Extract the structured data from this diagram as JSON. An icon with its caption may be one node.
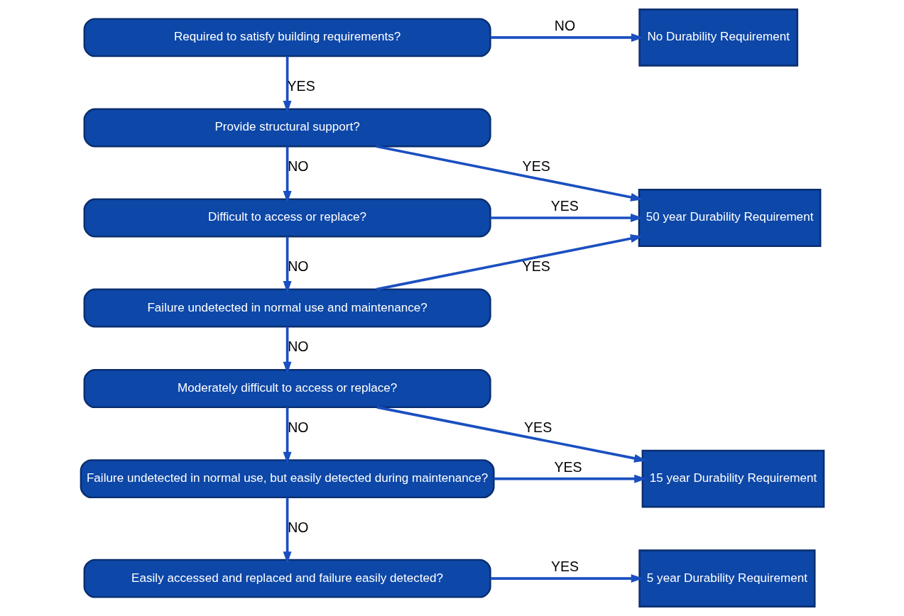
{
  "diagram": {
    "nodes": [
      {
        "text": [
          "Required to satisfy building requirements?"
        ]
      },
      {
        "text": [
          "Provide structural support?"
        ]
      },
      {
        "text": [
          "Difficult to access or replace?"
        ]
      },
      {
        "text": [
          "Failure undetected in normal use and maintenance?"
        ]
      },
      {
        "text": [
          "Moderately difficult to access or replace?"
        ]
      },
      {
        "text": [
          "Failure undetected in normal use, but easily detected during maintenance?"
        ]
      },
      {
        "text": [
          "Easily accessed and replaced and failure easily detected?"
        ]
      },
      {
        "text": [
          "No Durability Requirement"
        ]
      },
      {
        "text": [
          "50 year Durability Requirement"
        ]
      },
      {
        "text": [
          "15 year Durability Requirement"
        ]
      },
      {
        "text": [
          "5 year Durability Requirement"
        ]
      }
    ],
    "edges": [
      {
        "from": 0,
        "to": 7,
        "arrow": "to",
        "label": "NO"
      },
      {
        "from": 0,
        "to": 1,
        "arrow": "to",
        "label": "YES"
      },
      {
        "from": 1,
        "to": 8,
        "arrow": "to",
        "label": "YES"
      },
      {
        "from": 1,
        "to": 2,
        "arrow": "to",
        "label": "NO"
      },
      {
        "from": 2,
        "to": 8,
        "arrow": "to",
        "label": "YES"
      },
      {
        "from": 2,
        "to": 3,
        "arrow": "to",
        "label": "NO"
      },
      {
        "from": 3,
        "to": 8,
        "arrow": "to",
        "label": "YES"
      },
      {
        "from": 3,
        "to": 4,
        "arrow": "to",
        "label": "NO"
      },
      {
        "from": 4,
        "to": 9,
        "arrow": "to",
        "label": "YES"
      },
      {
        "from": 4,
        "to": 5,
        "arrow": "to",
        "label": "NO"
      },
      {
        "from": 5,
        "to": 9,
        "arrow": "to",
        "label": "YES"
      },
      {
        "from": 5,
        "to": 6,
        "arrow": "to",
        "label": "NO"
      },
      {
        "from": 6,
        "to": 10,
        "arrow": "to",
        "label": "YES"
      }
    ]
  }
}
